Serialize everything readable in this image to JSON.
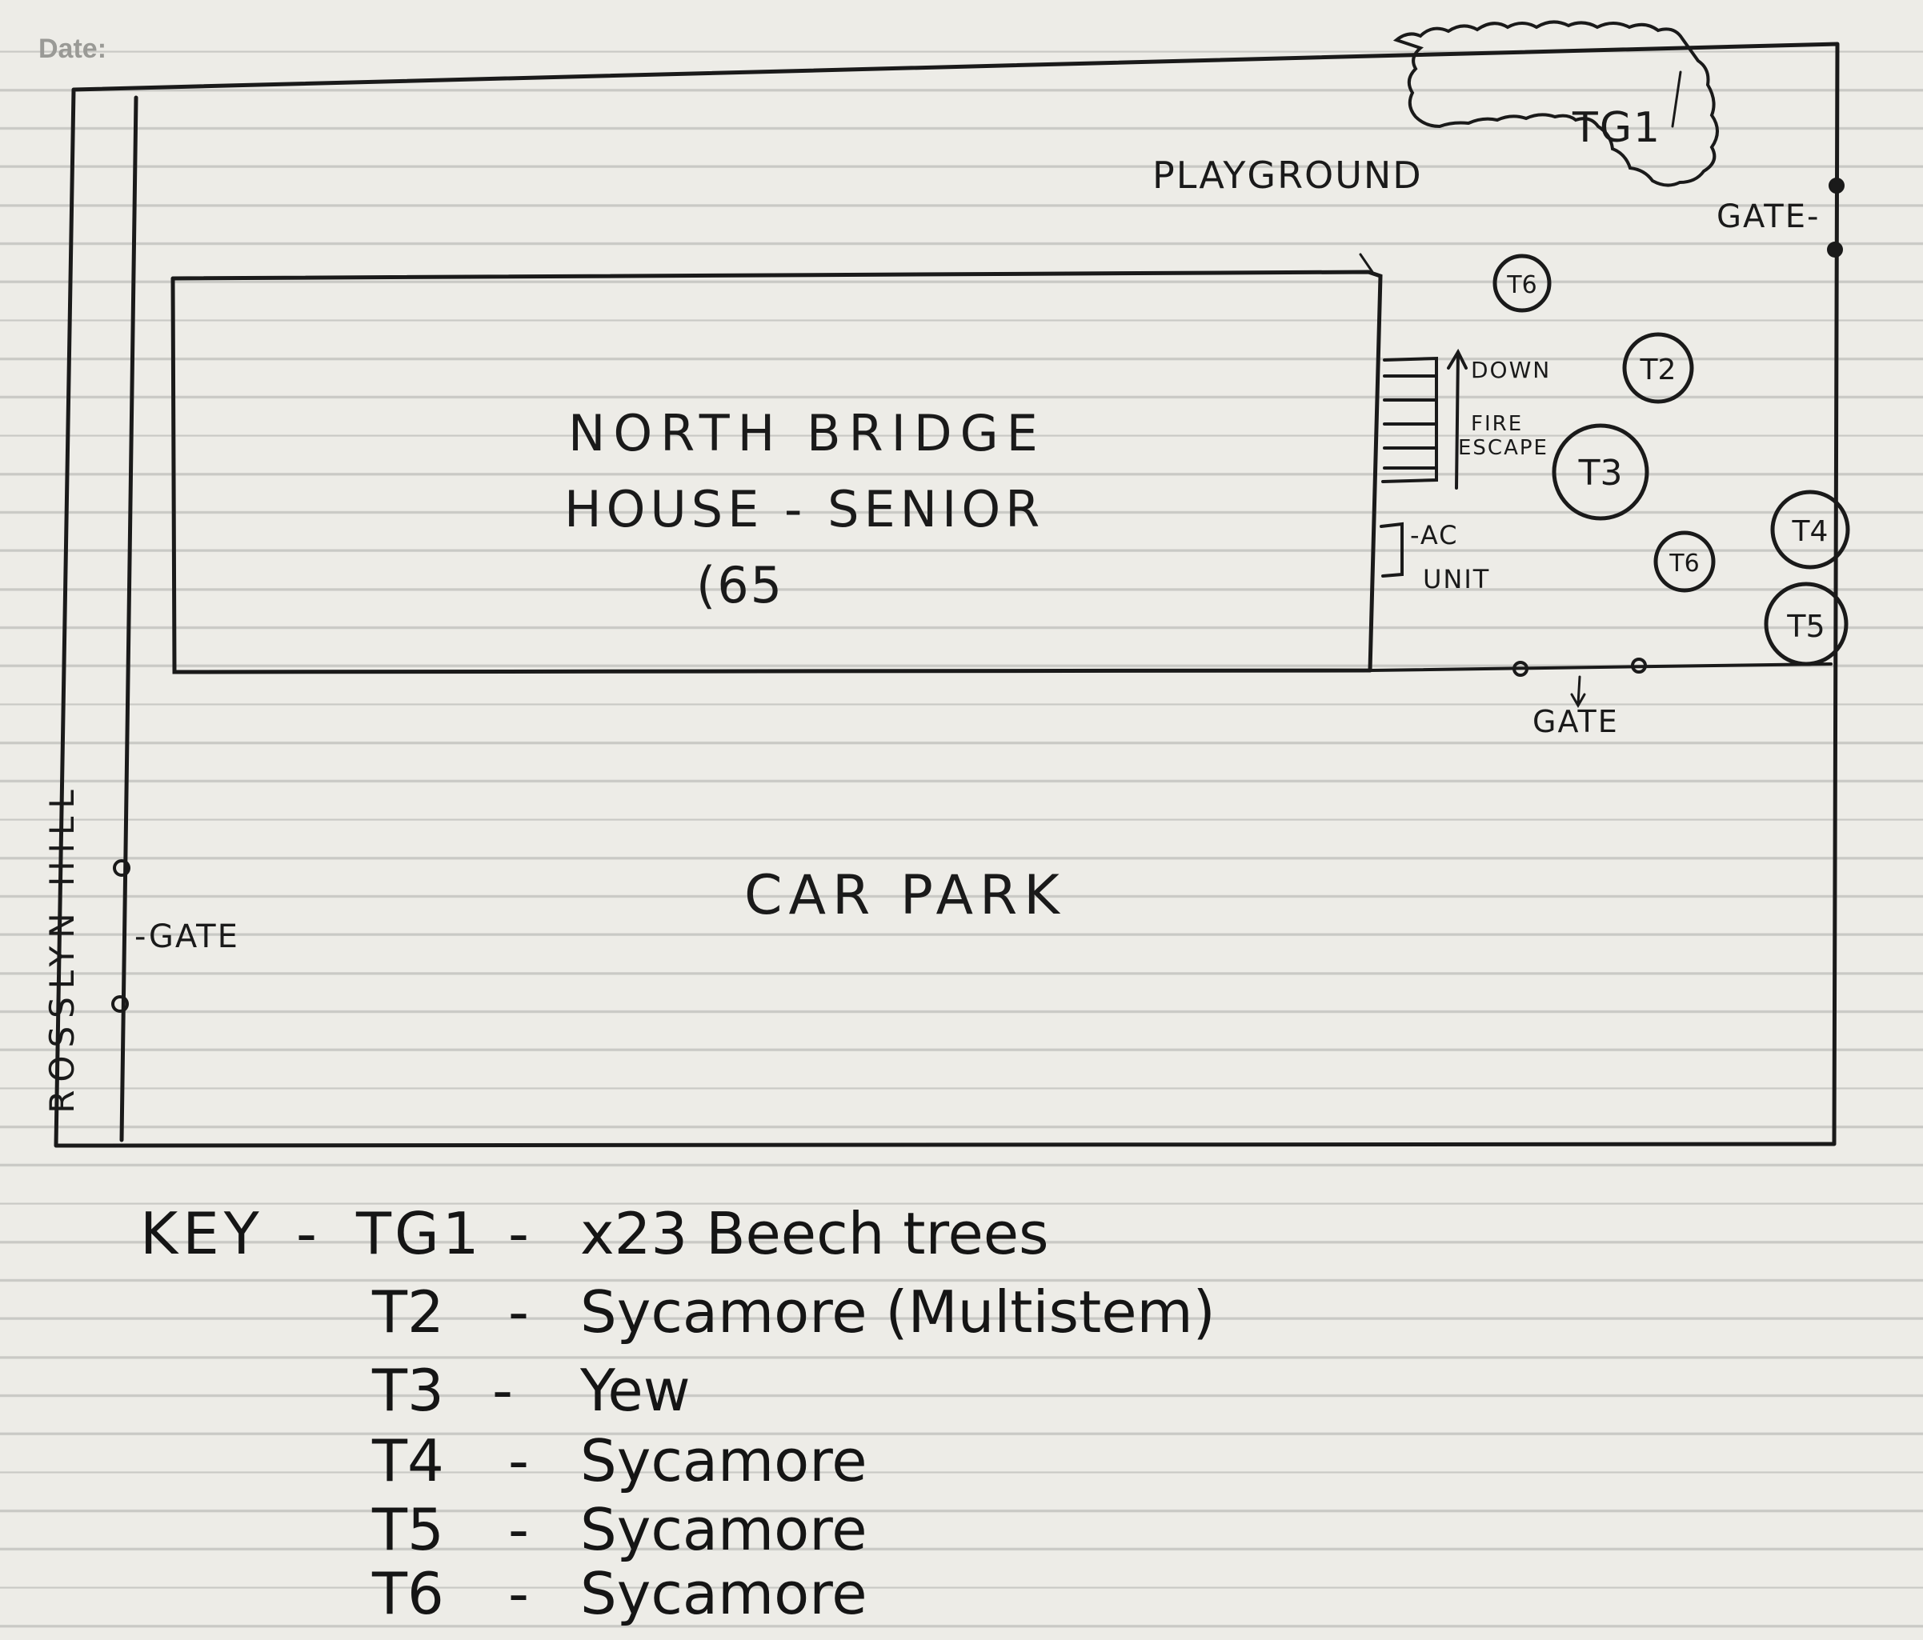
{
  "header": {
    "date_label": "Date:"
  },
  "plan": {
    "building_lines": [
      "NORTH BRIDGE",
      "HOUSE - SENIOR",
      "(65"
    ],
    "playground_label": "PLAYGROUND",
    "car_park_label": "CAR PARK",
    "street_label": "ROSSLYN HILL",
    "gate_left_label": "-GATE",
    "gate_bottom_label": "GATE",
    "gate_right_label": "GATE-",
    "down_label": "DOWN",
    "fire_escape_lines": [
      "FIRE",
      "ESCAPE"
    ],
    "ac_unit_lines": [
      "-AC",
      "UNIT"
    ],
    "tree_group_label": "TG1",
    "trees": [
      {
        "id": "T6",
        "label": "T6"
      },
      {
        "id": "T2",
        "label": "T2"
      },
      {
        "id": "T3",
        "label": "T3"
      },
      {
        "id": "T6b",
        "label": "T6"
      },
      {
        "id": "T4",
        "label": "T4"
      },
      {
        "id": "T5",
        "label": "T5"
      }
    ]
  },
  "key": {
    "title": "KEY",
    "rows": [
      {
        "code": "TG1",
        "desc": "x23 Beech trees"
      },
      {
        "code": "T2",
        "desc": "Sycamore (Multistem)"
      },
      {
        "code": "T3",
        "desc": "Yew"
      },
      {
        "code": "T4",
        "desc": "Sycamore"
      },
      {
        "code": "T5",
        "desc": "Sycamore"
      },
      {
        "code": "T6",
        "desc": "Sycamore"
      }
    ]
  }
}
